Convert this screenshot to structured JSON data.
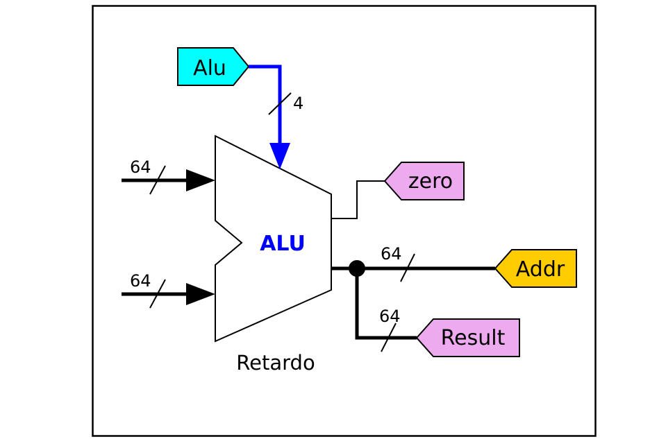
{
  "diagram": {
    "alu_label": "ALU",
    "caption": "Retardo",
    "control_tag": "Alu",
    "control_width": "4",
    "input_a_width": "64",
    "input_b_width": "64",
    "zero_tag": "zero",
    "addr_tag": "Addr",
    "addr_width": "64",
    "result_tag": "Result",
    "result_width": "64"
  },
  "colors": {
    "control_tag_fill": "#00ffff",
    "control_wire": "#0000ff",
    "alu_label": "#0000ff",
    "zero_tag_fill": "#eeaaee",
    "addr_tag_fill": "#ffcc00",
    "result_tag_fill": "#eeaaee"
  }
}
